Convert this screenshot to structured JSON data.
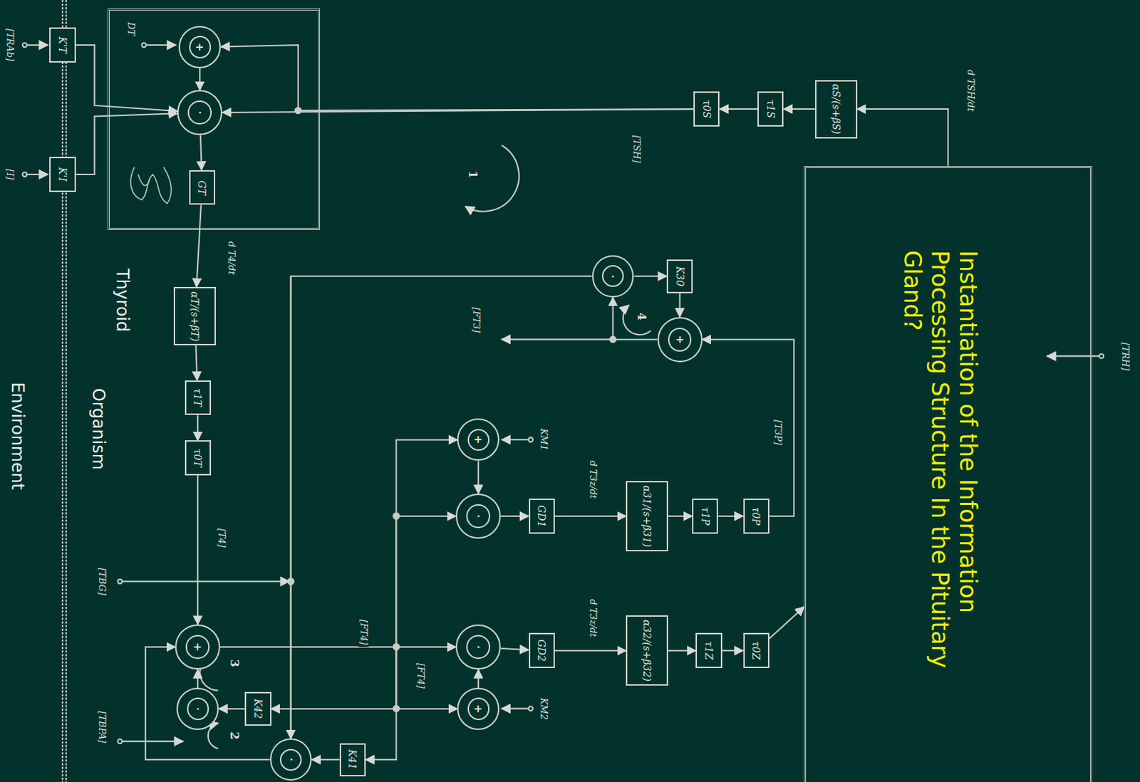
{
  "diagram": {
    "nodes": [
      {
        "text": [
          "Thyroid"
        ]
      },
      {
        "text": [
          "Instantiation of the Information Processing Structure In the Pituitary Gland?"
        ]
      },
      {
        "text": [
          "+"
        ],
        "in": 0
      },
      {
        "text": [
          "·"
        ],
        "in": 0
      },
      {
        "text": [
          "GT"
        ],
        "in": 0
      },
      {
        "text": [
          "K'T"
        ]
      },
      {
        "text": [
          "K'I"
        ]
      },
      {
        "text": [
          "αT/(s+βT)"
        ]
      },
      {
        "text": [
          "τ1T"
        ]
      },
      {
        "text": [
          "τ0T"
        ]
      },
      {
        "text": [
          "+"
        ]
      },
      {
        "text": [
          "·"
        ]
      },
      {
        "text": [
          "K42"
        ]
      },
      {
        "text": [
          "·"
        ]
      },
      {
        "text": [
          "K41"
        ]
      },
      {
        "text": [
          "·"
        ]
      },
      {
        "text": [
          "GD2"
        ]
      },
      {
        "text": [
          "α32/(s+β32)"
        ]
      },
      {
        "text": [
          "τ1Z"
        ]
      },
      {
        "text": [
          "τ0Z"
        ]
      },
      {
        "text": [
          "+"
        ]
      },
      {
        "text": [
          "·"
        ]
      },
      {
        "text": [
          "GD1"
        ]
      },
      {
        "text": [
          "α31/(s+β31)"
        ]
      },
      {
        "text": [
          "τ1P"
        ]
      },
      {
        "text": [
          "τ0P"
        ]
      },
      {
        "text": [
          "+"
        ]
      },
      {
        "text": [
          "+"
        ]
      },
      {
        "text": [
          "·"
        ]
      },
      {
        "text": [
          "K30"
        ]
      },
      {
        "text": [
          "τ0S"
        ]
      },
      {
        "text": [
          "τ1S"
        ]
      },
      {
        "text": [
          "αS/(s+βS)"
        ]
      }
    ],
    "edges": [
      {
        "from": 5,
        "to": 3,
        "arrow": "to"
      },
      {
        "from": 6,
        "to": 3,
        "arrow": "to"
      },
      {
        "from": 2,
        "to": 3,
        "arrow": "to"
      },
      {
        "from": 3,
        "to": 4,
        "arrow": "to"
      },
      {
        "from": 4,
        "to": 7,
        "arrow": "to"
      },
      {
        "from": 7,
        "to": 8,
        "arrow": "to"
      },
      {
        "from": 8,
        "to": 9,
        "arrow": "to"
      },
      {
        "from": 9,
        "to": 10,
        "arrow": "to"
      },
      {
        "from": 10,
        "to": 15,
        "arrow": "to"
      },
      {
        "from": 15,
        "to": 16,
        "arrow": "to"
      },
      {
        "from": 16,
        "to": 17,
        "arrow": "to"
      },
      {
        "from": 17,
        "to": 18,
        "arrow": "to"
      },
      {
        "from": 18,
        "to": 19,
        "arrow": "to"
      },
      {
        "from": 19,
        "to": 1,
        "arrow": "to"
      },
      {
        "from": 20,
        "to": 15,
        "arrow": "to"
      },
      {
        "from": 26,
        "to": 21,
        "arrow": "to"
      },
      {
        "from": 21,
        "to": 22,
        "arrow": "to"
      },
      {
        "from": 22,
        "to": 23,
        "arrow": "to"
      },
      {
        "from": 23,
        "to": 24,
        "arrow": "to"
      },
      {
        "from": 24,
        "to": 25,
        "arrow": "to"
      },
      {
        "from": 25,
        "to": 27,
        "arrow": "to"
      },
      {
        "from": 27,
        "to": 28,
        "arrow": "to"
      },
      {
        "from": 28,
        "to": 29,
        "arrow": "to"
      },
      {
        "from": 29,
        "to": 27,
        "arrow": "to"
      },
      {
        "from": 28,
        "to": 13,
        "arrow": "to"
      },
      {
        "from": 13,
        "to": 10,
        "arrow": "to"
      },
      {
        "from": 11,
        "to": 10,
        "arrow": "to"
      },
      {
        "from": 12,
        "to": 11,
        "arrow": "to"
      },
      {
        "from": 14,
        "to": 13,
        "arrow": "to"
      },
      {
        "from": 10,
        "to": 21,
        "arrow": "to"
      },
      {
        "from": 10,
        "to": 26,
        "arrow": "to"
      },
      {
        "from": 10,
        "to": 20,
        "arrow": "to"
      },
      {
        "from": 10,
        "to": 12,
        "arrow": "to"
      },
      {
        "from": 10,
        "to": 14,
        "arrow": "to"
      },
      {
        "from": 1,
        "to": 32,
        "arrow": "to"
      },
      {
        "from": 32,
        "to": 31,
        "arrow": "to"
      },
      {
        "from": 31,
        "to": 30,
        "arrow": "to"
      },
      {
        "from": 30,
        "to": 3,
        "arrow": "to"
      },
      {
        "from": 30,
        "to": 2,
        "arrow": "to"
      }
    ],
    "labels": [
      "DT",
      "[TRAb]",
      "[I]",
      "d T4/dt",
      "[T4]",
      "[TBG]",
      "[TBPA]",
      "[FT4]",
      "[FT4]",
      "[FT3]",
      "[T3P]",
      "d T3z/dt",
      "d T3z/dt",
      "KM1",
      "KM2",
      "[TSH]",
      "d TSH/dt",
      "[TRH]",
      "1",
      "2",
      "3",
      "4",
      "Organism",
      "Environment"
    ]
  }
}
